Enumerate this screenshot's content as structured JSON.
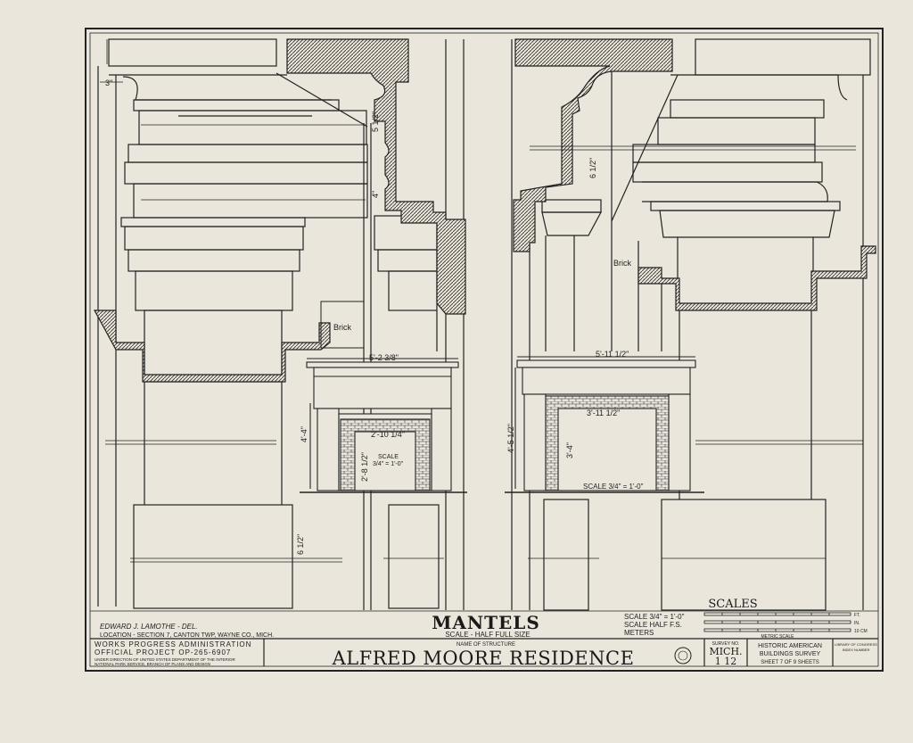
{
  "drawing": {
    "title": "MANTELS",
    "scale_note": "SCALE - HALF FULL SIZE",
    "name_of_structure_label": "NAME OF STRUCTURE",
    "structure_name": "ALFRED MOORE RESIDENCE",
    "delineator": "EDWARD J. LAMOTHE - DEL.",
    "location": "LOCATION - SECTION 7, CANTON TWP, WAYNE CO., MICH.",
    "wpa_line1": "WORKS PROGRESS ADMINISTRATION",
    "wpa_line2": "OFFICIAL PROJECT OP-265-6907",
    "wpa_line3": "UNDER DIRECTION OF UNITED STATES DEPARTMENT OF THE INTERIOR",
    "wpa_line4": "NATIONAL PARK SERVICE, BRANCH OF PLANS AND DESIGN",
    "survey_label": "SURVEY NO.",
    "survey_state": "MICH.",
    "survey_number": "1 12",
    "habs_line1": "HISTORIC AMERICAN",
    "habs_line2": "BUILDINGS SURVEY",
    "sheet_line": "SHEET 7 OF 9 SHEETS",
    "loc_line1": "LIBRARY OF CONGRESS",
    "loc_line2": "INDEX NUMBER"
  },
  "scales": {
    "heading": "SCALES",
    "row1": "SCALE 3/4\" = 1'-0\"",
    "row2": "SCALE HALF F.S.",
    "row3": "METERS",
    "unit1": "FT.",
    "unit2": "IN.",
    "unit3": "10 CM",
    "metric_label": "METRIC SCALE"
  },
  "annotations": {
    "dim_3in": "3\"",
    "dim_5_1_2": "5 1/2\"",
    "dim_4": "4\"",
    "dim_6_1_2_top": "6 1/2\"",
    "dim_6_1_2_bottom": "6 1/2\"",
    "brick_left": "Brick",
    "brick_right": "Brick",
    "left_width": "5'-2 3/8\"",
    "left_height": "4'-4\"",
    "left_opening_w": "2'-10 1/4\"",
    "left_opening_h": "2'-8 1/2\"",
    "left_scale_label": "SCALE",
    "left_scale_value": "3/4\" = 1'-0\"",
    "right_width": "5'-11 1/2\"",
    "right_height": "4'-5 1/2\"",
    "right_opening_w": "3'-11 1/2\"",
    "right_opening_h": "3'-4\"",
    "right_scale": "SCALE 3/4\" = 1'-0\""
  }
}
